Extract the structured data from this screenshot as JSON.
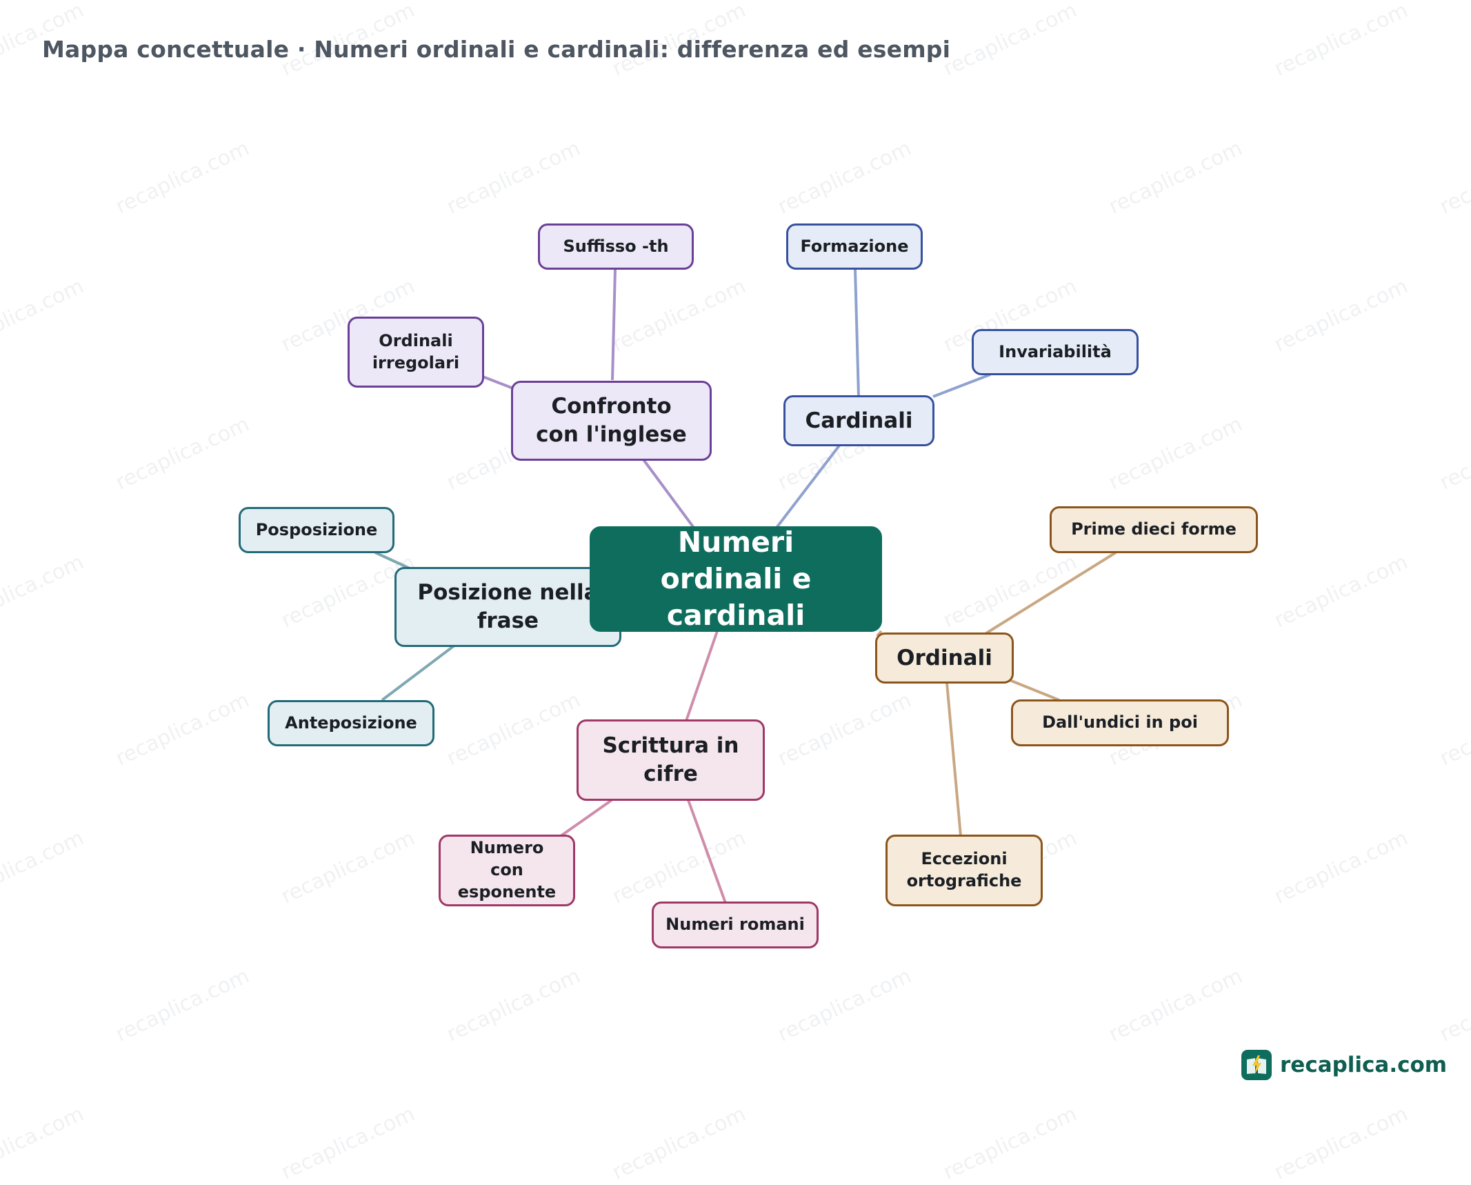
{
  "title": "Mappa concettuale · Numeri ordinali e cardinali: differenza ed esempi",
  "watermark_text": "recaplica.com",
  "brand": {
    "name": "recaplica.com",
    "logo_icon": "lightning-book-icon",
    "color": "#0e6d5c"
  },
  "center": {
    "label": "Numeri ordinali e cardinali",
    "color": "#0e6d5c"
  },
  "branches": [
    {
      "id": "confronto",
      "label": "Confronto con l'inglese",
      "color": "#6a3f98",
      "children": [
        {
          "label": "Suffisso -th"
        },
        {
          "label": "Ordinali irregolari"
        }
      ]
    },
    {
      "id": "cardinali",
      "label": "Cardinali",
      "color": "#3650a0",
      "children": [
        {
          "label": "Formazione"
        },
        {
          "label": "Invariabilità"
        }
      ]
    },
    {
      "id": "posizione",
      "label": "Posizione nella frase",
      "color": "#226a78",
      "children": [
        {
          "label": "Posposizione"
        },
        {
          "label": "Anteposizione"
        }
      ]
    },
    {
      "id": "scrittura",
      "label": "Scrittura in cifre",
      "color": "#a03767",
      "children": [
        {
          "label": "Numero con esponente"
        },
        {
          "label": "Numeri romani"
        }
      ]
    },
    {
      "id": "ordinali",
      "label": "Ordinali",
      "color": "#8c5419",
      "children": [
        {
          "label": "Prime dieci forme"
        },
        {
          "label": "Dall'undici in poi"
        },
        {
          "label": "Eccezioni ortografiche"
        }
      ]
    }
  ]
}
